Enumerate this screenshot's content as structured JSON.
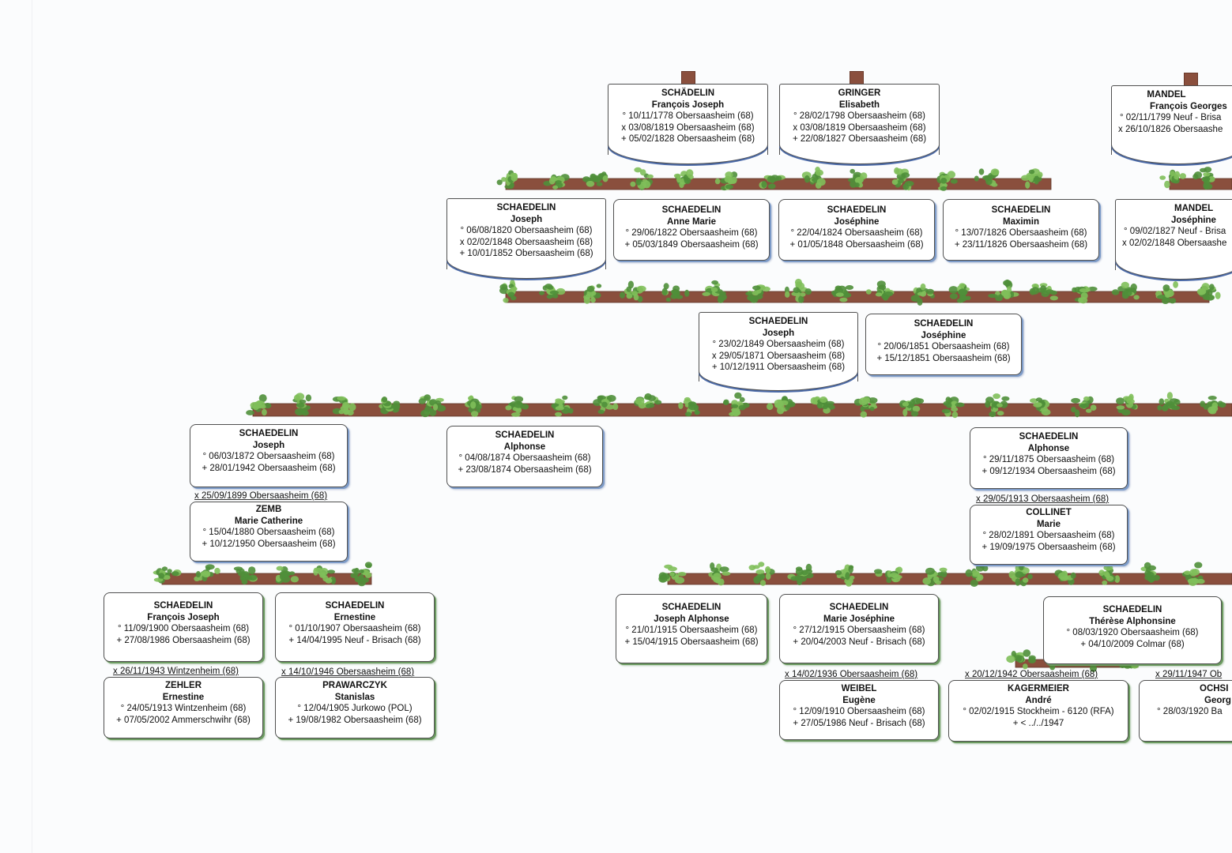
{
  "colors": {
    "branch": "#8a4f3d",
    "leaf": "#4f8f3a",
    "leaf_light": "#7fbf5a",
    "card_shadow_blue": "#7d9bc8",
    "card_shadow_green": "#6b9a60"
  },
  "gen1": [
    {
      "surname": "SCHÄDELIN",
      "given": "François Joseph",
      "events": [
        "° 10/11/1778 Obersaasheim (68)",
        "x 03/08/1819 Obersaasheim (68)",
        "+ 05/02/1828 Obersaasheim (68)"
      ]
    },
    {
      "surname": "GRINGER",
      "given": "Elisabeth",
      "events": [
        "° 28/02/1798 Obersaasheim (68)",
        "x 03/08/1819 Obersaasheim (68)",
        "+ 22/08/1827 Obersaasheim (68)"
      ]
    },
    {
      "surname": "MANDEL",
      "given": "François Georges",
      "events": [
        "° 02/11/1799 Neuf - Brisa",
        "x 26/10/1826 Obersaashe"
      ]
    }
  ],
  "gen2": [
    {
      "surname": "SCHAEDELIN",
      "given": "Joseph",
      "events": [
        "° 06/08/1820 Obersaasheim (68)",
        "x 02/02/1848 Obersaasheim (68)",
        "+ 10/01/1852 Obersaasheim (68)"
      ]
    },
    {
      "surname": "SCHAEDELIN",
      "given": "Anne Marie",
      "events": [
        "° 29/06/1822 Obersaasheim (68)",
        "+ 05/03/1849 Obersaasheim (68)"
      ]
    },
    {
      "surname": "SCHAEDELIN",
      "given": "Joséphine",
      "events": [
        "° 22/04/1824 Obersaasheim (68)",
        "+ 01/05/1848 Obersaasheim (68)"
      ]
    },
    {
      "surname": "SCHAEDELIN",
      "given": "Maximin",
      "events": [
        "° 13/07/1826 Obersaasheim (68)",
        "+ 23/11/1826 Obersaasheim (68)"
      ]
    },
    {
      "surname": "MANDEL",
      "given": "Joséphine",
      "events": [
        "° 09/02/1827 Neuf - Brisa",
        "x 02/02/1848 Obersaashe"
      ]
    }
  ],
  "gen3": [
    {
      "surname": "SCHAEDELIN",
      "given": "Joseph",
      "events": [
        "° 23/02/1849 Obersaasheim (68)",
        "x 29/05/1871 Obersaasheim (68)",
        "+ 10/12/1911 Obersaasheim (68)"
      ]
    },
    {
      "surname": "SCHAEDELIN",
      "given": "Joséphine",
      "events": [
        "° 20/06/1851 Obersaasheim (68)",
        "+ 15/12/1851 Obersaasheim (68)"
      ]
    }
  ],
  "gen4": [
    {
      "surname": "SCHAEDELIN",
      "given": "Joseph",
      "events": [
        "° 06/03/1872 Obersaasheim (68)",
        "+ 28/01/1942 Obersaasheim (68)"
      ]
    },
    {
      "surname": "SCHAEDELIN",
      "given": "Alphonse",
      "events": [
        "° 04/08/1874 Obersaasheim (68)",
        "+ 23/08/1874 Obersaasheim (68)"
      ]
    },
    {
      "surname": "SCHAEDELIN",
      "given": "Alphonse",
      "events": [
        "° 29/11/1875 Obersaasheim (68)",
        "+ 09/12/1934 Obersaasheim (68)"
      ]
    }
  ],
  "gen4_spouses": [
    {
      "marriage": "x 25/09/1899 Obersaasheim (68)",
      "surname": "ZEMB",
      "given": "Marie Catherine",
      "events": [
        "° 15/04/1880 Obersaasheim (68)",
        "+ 10/12/1950 Obersaasheim (68)"
      ]
    },
    {
      "marriage": "x 29/05/1913 Obersaasheim (68)",
      "surname": "COLLINET",
      "given": "Marie",
      "events": [
        "° 28/02/1891 Obersaasheim (68)",
        "+ 19/09/1975 Obersaasheim (68)"
      ]
    }
  ],
  "gen5": [
    {
      "surname": "SCHAEDELIN",
      "given": "François Joseph",
      "events": [
        "° 11/09/1900 Obersaasheim (68)",
        "+ 27/08/1986 Obersaasheim (68)"
      ]
    },
    {
      "surname": "SCHAEDELIN",
      "given": "Ernestine",
      "events": [
        "° 01/10/1907 Obersaasheim (68)",
        "+ 14/04/1995 Neuf - Brisach (68)"
      ]
    },
    {
      "surname": "SCHAEDELIN",
      "given": "Joseph Alphonse",
      "events": [
        "° 21/01/1915 Obersaasheim (68)",
        "+ 15/04/1915 Obersaasheim (68)"
      ]
    },
    {
      "surname": "SCHAEDELIN",
      "given": "Marie Joséphine",
      "events": [
        "° 27/12/1915 Obersaasheim (68)",
        "+ 20/04/2003 Neuf - Brisach (68)"
      ]
    },
    {
      "surname": "SCHAEDELIN",
      "given": "Thérèse Alphonsine",
      "events": [
        "° 08/03/1920 Obersaasheim (68)",
        "+ 04/10/2009 Colmar (68)"
      ]
    }
  ],
  "gen5_spouses": [
    {
      "marriage": "x 26/11/1943 Wintzenheim (68)",
      "surname": "ZEHLER",
      "given": "Ernestine",
      "events": [
        "° 24/05/1913 Wintzenheim (68)",
        "+ 07/05/2002 Ammerschwihr (68)"
      ]
    },
    {
      "marriage": "x 14/10/1946 Obersaasheim (68)",
      "surname": "PRAWARCZYK",
      "given": "Stanislas",
      "events": [
        "° 12/04/1905 Jurkowo (POL)",
        "+ 19/08/1982 Obersaasheim (68)"
      ]
    },
    {
      "marriage": "x 14/02/1936 Obersaasheim (68)",
      "surname": "WEIBEL",
      "given": "Eugène",
      "events": [
        "° 12/09/1910 Obersaasheim (68)",
        "+ 27/05/1986 Neuf - Brisach (68)"
      ]
    },
    {
      "marriage": "x 20/12/1942 Obersaasheim (68)",
      "surname": "KAGERMEIER",
      "given": "André",
      "events": [
        "° 02/02/1915 Stockheim - 6120 (RFA)",
        "+ < ../../1947"
      ]
    },
    {
      "marriage": "x 29/11/1947 Ob",
      "surname": "OCHSI",
      "given": "Georg",
      "events": [
        "° 28/03/1920 Ba"
      ]
    }
  ]
}
